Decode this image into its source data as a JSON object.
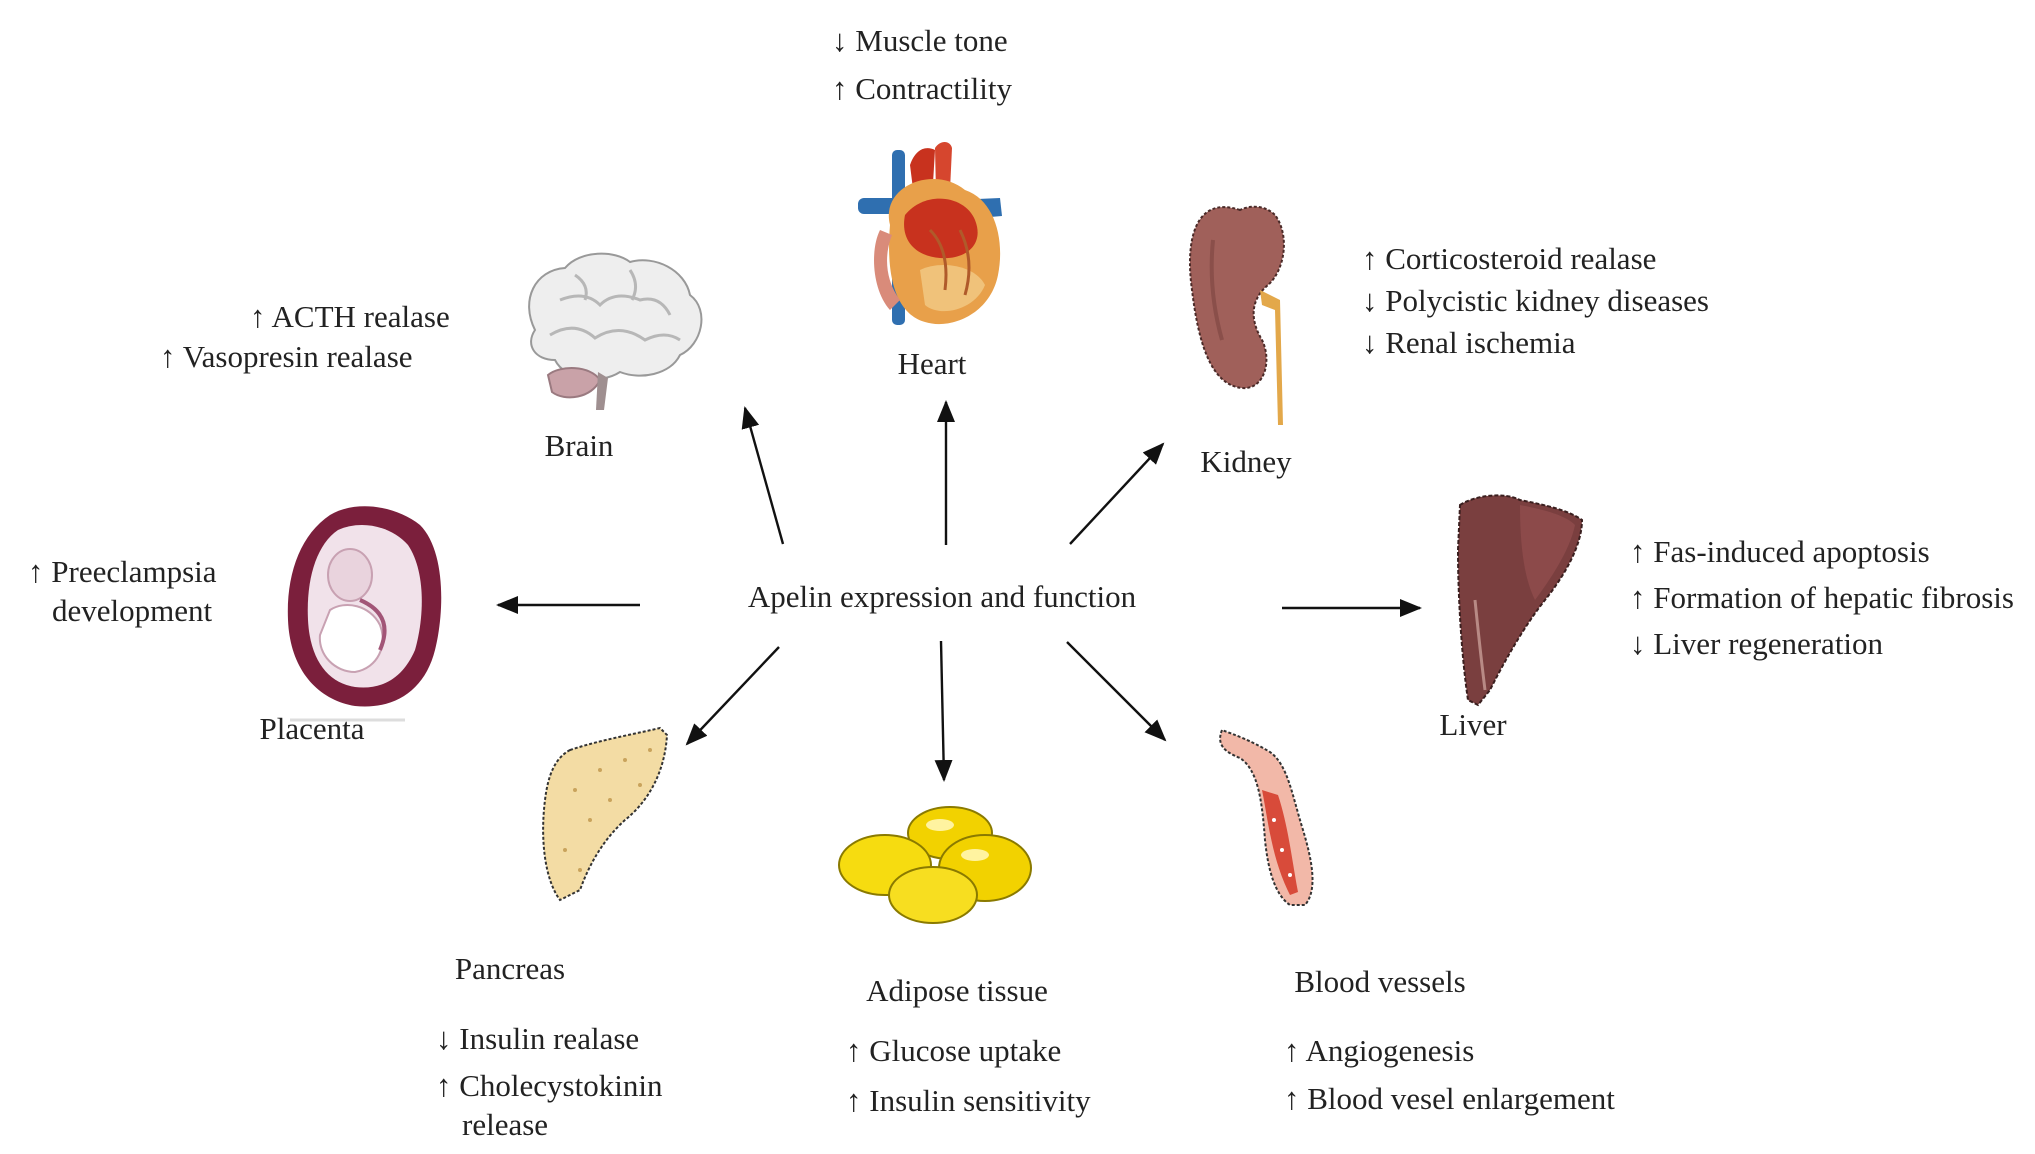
{
  "center_label": "Apelin expression and function",
  "organs": {
    "heart": {
      "name": "Heart",
      "effects": [
        "↓ Muscle tone",
        "↑ Contractility"
      ]
    },
    "brain": {
      "name": "Brain",
      "effects": [
        "↑ ACTH realase",
        "↑ Vasopresin realase"
      ]
    },
    "kidney": {
      "name": "Kidney",
      "effects": [
        "↑ Corticosteroid realase",
        "↓ Polycistic kidney diseases",
        "↓ Renal ischemia"
      ]
    },
    "liver": {
      "name": "Liver",
      "effects": [
        "↑ Fas-induced apoptosis",
        "↑ Formation of hepatic fibrosis",
        "↓ Liver regeneration"
      ]
    },
    "placenta": {
      "name": "Placenta",
      "effects": [
        "↑ Preeclampsia",
        "development"
      ]
    },
    "pancreas": {
      "name": "Pancreas",
      "effects": [
        "↓ Insulin realase",
        "↑ Cholecystokinin",
        "release"
      ]
    },
    "adipose": {
      "name": "Adipose tissue",
      "effects": [
        "↑ Glucose uptake",
        "↑ Insulin sensitivity"
      ]
    },
    "vessels": {
      "name": "Blood vessels",
      "effects": [
        "↑ Angiogenesis",
        "↑ Blood vesel enlargement"
      ]
    }
  },
  "colors": {
    "text": "#222222",
    "arrow": "#111111",
    "heart_red": "#c8321e",
    "vessel_blue": "#2f6fb0",
    "brain": "#eeeeee",
    "kidney": "#a0605a",
    "liver": "#7a3f3f",
    "placenta": "#7b1f3c",
    "pancreas": "#f3dca4",
    "adipose": "#f2d200",
    "blood_vessel": "#d84b3a"
  },
  "icons": [
    "heart-icon",
    "brain-icon",
    "kidney-icon",
    "liver-icon",
    "placenta-icon",
    "pancreas-icon",
    "adipose-icon",
    "blood-vessel-icon"
  ]
}
